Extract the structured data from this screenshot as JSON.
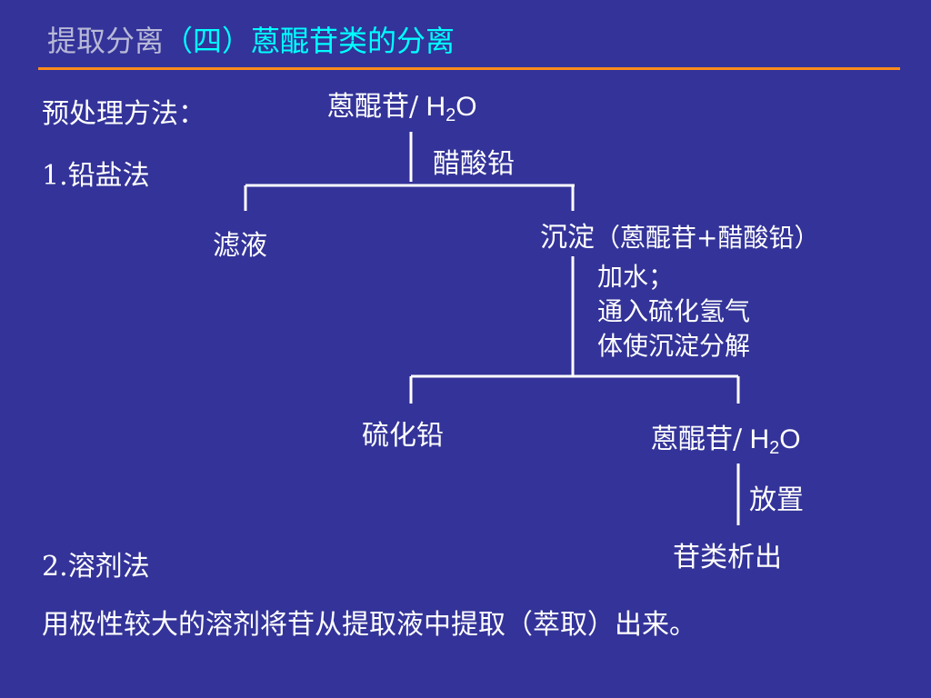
{
  "slide": {
    "title_gray": "提取分离",
    "title_paren": "（四）蒽醌苷类的分离",
    "accent_color": "#ff8c1a",
    "background": "#333399",
    "pretreatment": "预处理方法：",
    "method1": "1.铅盐法",
    "method2": "2.溶剂法",
    "bottom_text": "用极性较大的溶剂将苷从提取液中提取（萃取）出来。"
  },
  "diagram": {
    "top_node_main": "蒽醌苷/",
    "top_node_formula_h": "H",
    "top_node_formula_sub": "2",
    "top_node_formula_o": "O",
    "reagent1": "醋酸铅",
    "filtrate": "滤液",
    "precipitate": "沉淀",
    "precipitate_note": "（蒽醌苷+醋酸铅）",
    "step2_line1": "加水；",
    "step2_line2": "通入硫化氢气",
    "step2_line3": "体使沉淀分解",
    "lead_sulfide": "硫化铅",
    "result_main": "蒽醌苷/",
    "result_formula_h": "H",
    "result_formula_sub": "2",
    "result_formula_o": "O",
    "step3": "放置",
    "final": "苷类析出"
  }
}
